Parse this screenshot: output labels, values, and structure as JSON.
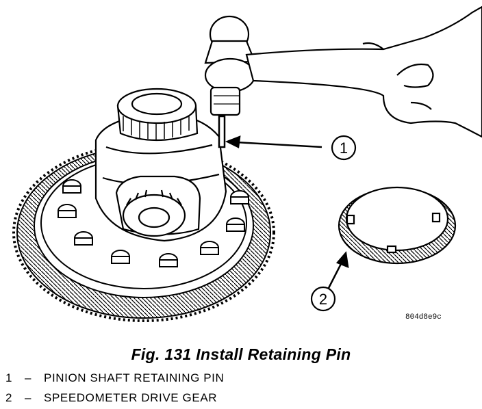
{
  "figure": {
    "callout_1": "1",
    "callout_2": "2",
    "image_code": "804d8e9c"
  },
  "caption": "Fig. 131 Install Retaining Pin",
  "legend": [
    {
      "num": "1",
      "dash": "–",
      "text": "PINION SHAFT RETAINING PIN"
    },
    {
      "num": "2",
      "dash": "–",
      "text": "SPEEDOMETER DRIVE GEAR"
    }
  ]
}
